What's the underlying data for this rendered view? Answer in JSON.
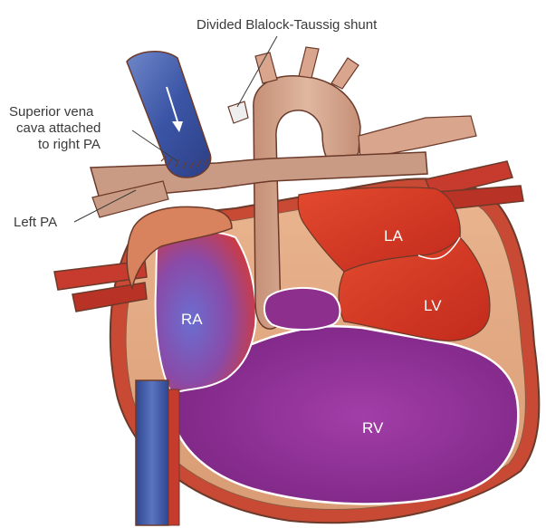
{
  "figure": {
    "callouts": {
      "shunt": "Divided Blalock-Taussig shunt",
      "svc_line1": "Superior vena",
      "svc_line2": "cava attached",
      "svc_line3": "to right PA",
      "left_pa": "Left PA"
    },
    "chambers": {
      "la": "LA",
      "lv": "LV",
      "ra": "RA",
      "rv": "RV"
    },
    "colors": {
      "outline": "#6b3a2a",
      "heart_wall": "#dca07a",
      "epicardium_red": "#c73a2e",
      "oxygenated_red": "#d8301f",
      "deoxygenated_blue": "#3f5fae",
      "rv_purple": "#8b2e8f",
      "pa_tan": "#c99b84",
      "aorta_tan": "#cfa08a"
    }
  }
}
